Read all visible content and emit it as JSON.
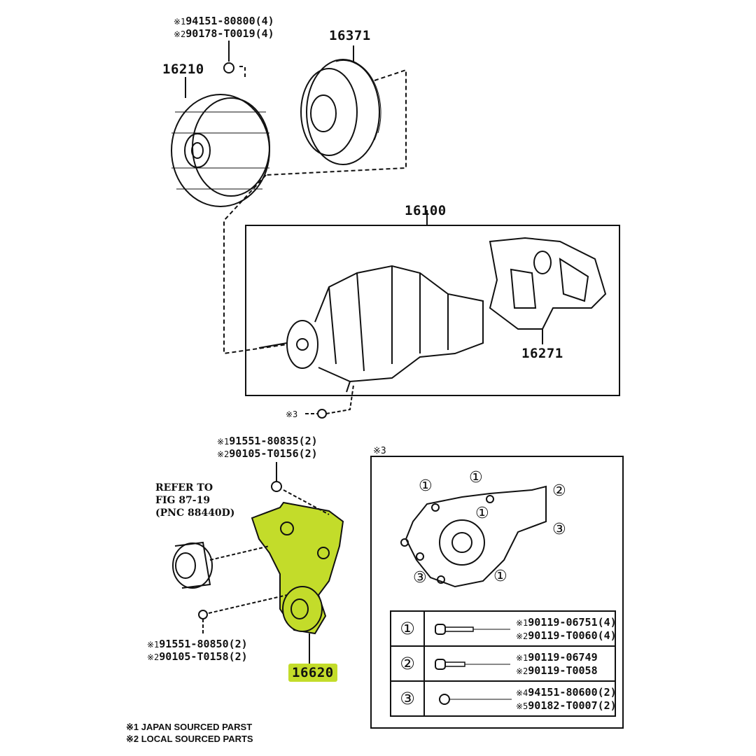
{
  "diagram": {
    "part_labels": {
      "fan_clutch": "16210",
      "pulley": "16371",
      "water_pump_assy": "16100",
      "gasket": "16271",
      "tensioner": "16620"
    },
    "fan_clutch_nut": [
      "94151-80800(4)",
      "90178-T0019(4)"
    ],
    "fan_clutch_nut_marks": [
      "※1",
      "※2"
    ],
    "pump_bolt_ref": "※3",
    "tensioner_upper_bolt": [
      "91551-80835(2)",
      "90105-T0156(2)"
    ],
    "tensioner_lower_bolt": [
      "91551-80850(2)",
      "90105-T0158(2)"
    ],
    "refer_note": [
      "REFER TO",
      "FIG 87-19",
      "(PNC 88440D)"
    ],
    "detail_box": {
      "title": "※3",
      "callouts": [
        "①",
        "①",
        "①",
        "①",
        "②",
        "③",
        "③"
      ],
      "table": [
        {
          "num": "①",
          "marks": [
            "※1",
            "※2"
          ],
          "parts": [
            "90119-06751(4)",
            "90119-T0060(4)"
          ]
        },
        {
          "num": "②",
          "marks": [
            "※1",
            "※2"
          ],
          "parts": [
            "90119-06749",
            "90119-T0058"
          ]
        },
        {
          "num": "③",
          "marks": [
            "※4",
            "※5"
          ],
          "parts": [
            "94151-80600(2)",
            "90182-T0007(2)"
          ]
        }
      ]
    },
    "footnotes": [
      "※1 JAPAN SOURCED PARST",
      "※2 LOCAL SOURCED PARTS"
    ],
    "highlight_color": "#c3dc2a"
  }
}
